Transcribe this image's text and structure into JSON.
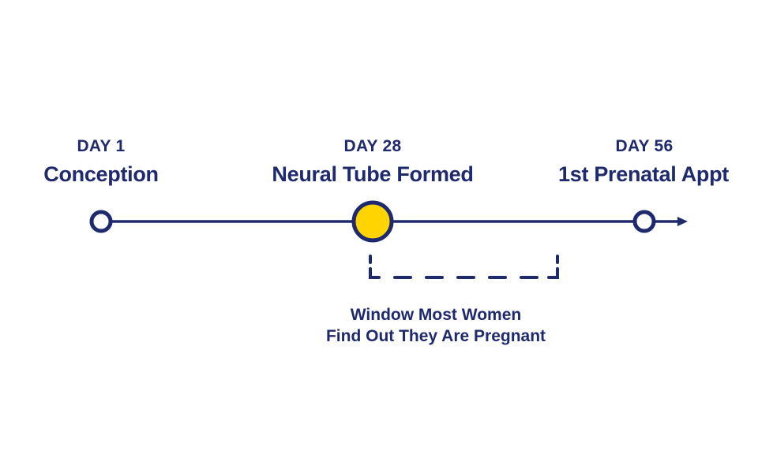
{
  "colors": {
    "primary": "#1f2a6e",
    "highlight": "#ffd400",
    "background": "#ffffff"
  },
  "milestones": [
    {
      "day": "DAY 1",
      "title": "Conception",
      "marker": "open-circle"
    },
    {
      "day": "DAY 28",
      "title": "Neural Tube Formed",
      "marker": "filled-yellow-circle"
    },
    {
      "day": "DAY 56",
      "title": "1st Prenatal Appt",
      "marker": "open-circle"
    }
  ],
  "window": {
    "line1": "Window Most Women",
    "line2": "Find Out They Are Pregnant"
  }
}
